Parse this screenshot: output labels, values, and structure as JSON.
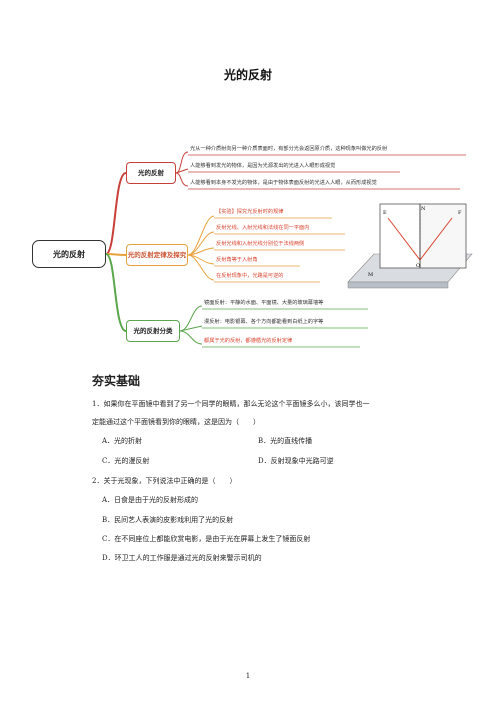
{
  "title": "光的反射",
  "mindmap": {
    "root": "光的反射",
    "branches": [
      {
        "label": "光的反射",
        "items": [
          "光从一种介质射向另一种介质表面时，有部分光会返回原介质，这种现象叫做光的反射",
          "人能够看到发光的物体，是因为光源发出的光进入人眼形成视觉",
          "人能够看到本身不发光的物体，是由于物体表面反射的光进入人眼，从而形成视觉"
        ]
      },
      {
        "label": "光的反射定律及探究",
        "items": [
          "【实验】探究光反射时的规律",
          "反射光线、入射光线和法线在同一平面内",
          "反射光线和入射光线分别位于法线两侧",
          "反射角等于入射角",
          "在反射现象中，光路是可逆的"
        ]
      },
      {
        "label": "光的反射分类",
        "items": [
          "镜面反射：平静的水面、平面镜、大量的玻璃幕墙等",
          "漫反射：电影银幕、各个方向都能看到白纸上的字等",
          "都属于光的反射，都遵循光的反射定律"
        ]
      }
    ],
    "diagram_labels": [
      "E",
      "F",
      "N",
      "O",
      "M"
    ]
  },
  "section_heading": "夯实基础",
  "questions": [
    {
      "line1": "1．如果你在平面镜中看到了另一个同学的眼睛，那么无论这个平面镜多么小，该同学也一",
      "line2": "定能通过这个平面镜看到你的眼睛，这是因为（　　）",
      "options": [
        "A．光的折射",
        "B．光的直线传播",
        "C．光的漫反射",
        "D．反射现象中光路可逆"
      ]
    },
    {
      "line1": "2．关于光现象，下列说法中正确的是（　　）",
      "options": [
        "A．日食是由于光的反射形成的",
        "B．民间艺人表演的皮影戏利用了光的反射",
        "C．在不同座位上都能欣赏电影，是由于光在屏幕上发生了镜面反射",
        "D．环卫工人的工作服是通过光的反射来警示司机的"
      ]
    }
  ],
  "page_number": "1"
}
